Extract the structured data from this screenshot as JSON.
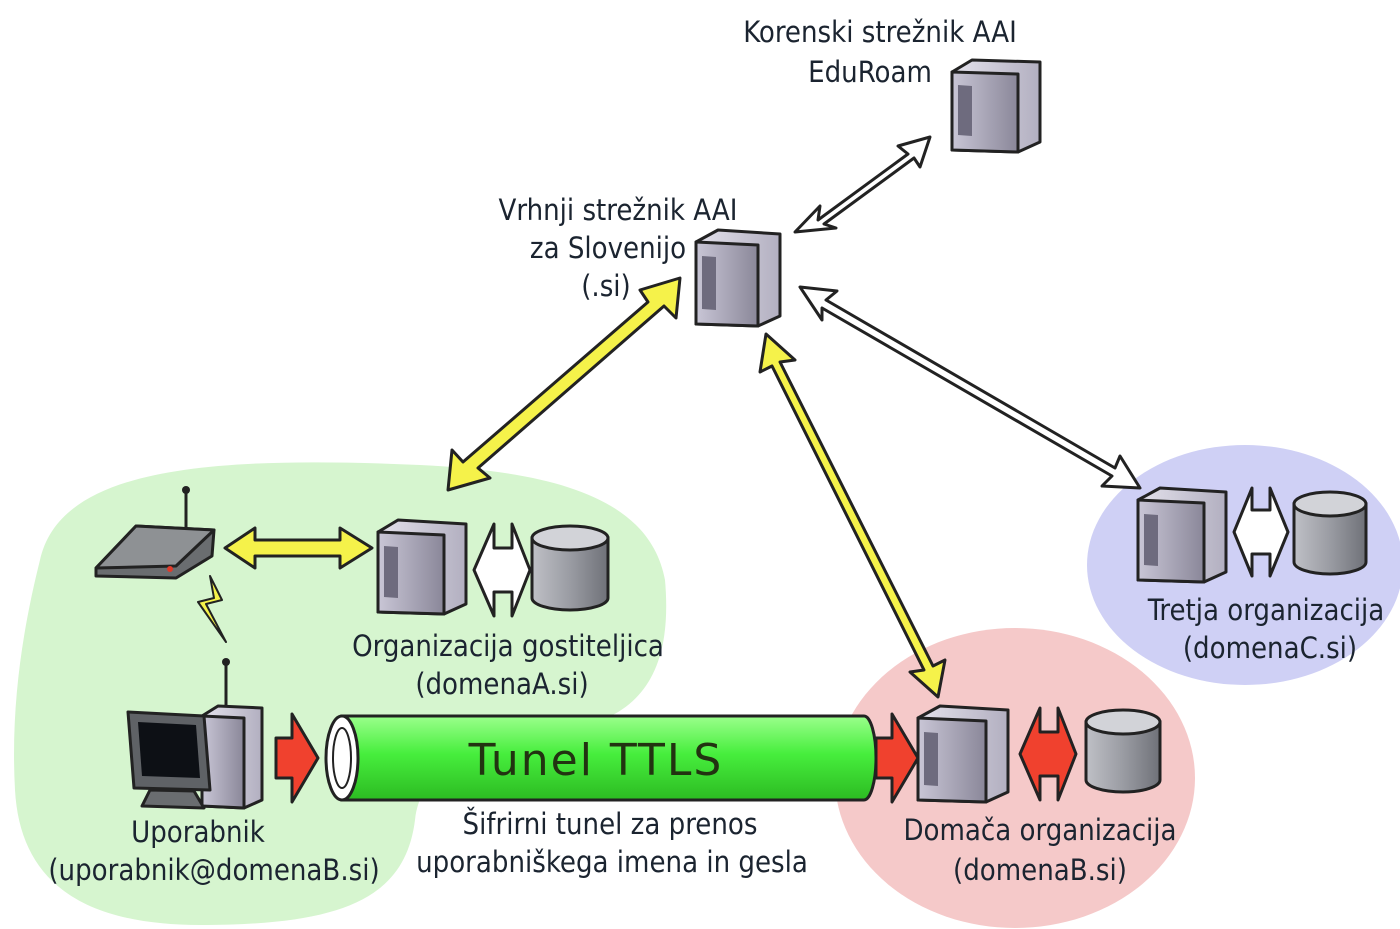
{
  "nodes": {
    "root_server": {
      "line1": "Korenski strežnik AAI",
      "line2": "EduRoam"
    },
    "top_server": {
      "line1": "Vrhnji strežnik AAI",
      "line2": "za Slovenijo",
      "line3": "(.si)"
    },
    "host_org": {
      "line1": "Organizacija gostiteljica",
      "line2": "(domenaA.si)"
    },
    "home_org": {
      "line1": "Domača organizacija",
      "line2": "(domenaB.si)"
    },
    "third_org": {
      "line1": "Tretja organizacija",
      "line2": "(domenaC.si)"
    },
    "user": {
      "line1": "Uporabnik",
      "line2": "(uporabnik@domenaB.si)"
    }
  },
  "tunnel": {
    "label": "Tunel TTLS",
    "caption1": "Šifrirni tunel za prenos",
    "caption2": "uporabniškega imena in gesla"
  },
  "colors": {
    "host_region": "#d6f5cf",
    "home_region": "#f5c9c9",
    "third_region": "#cfd0f5",
    "yellow_link": "#f5f24a",
    "tunnel": "#47ee3d",
    "red_arrow": "#f0412e"
  }
}
